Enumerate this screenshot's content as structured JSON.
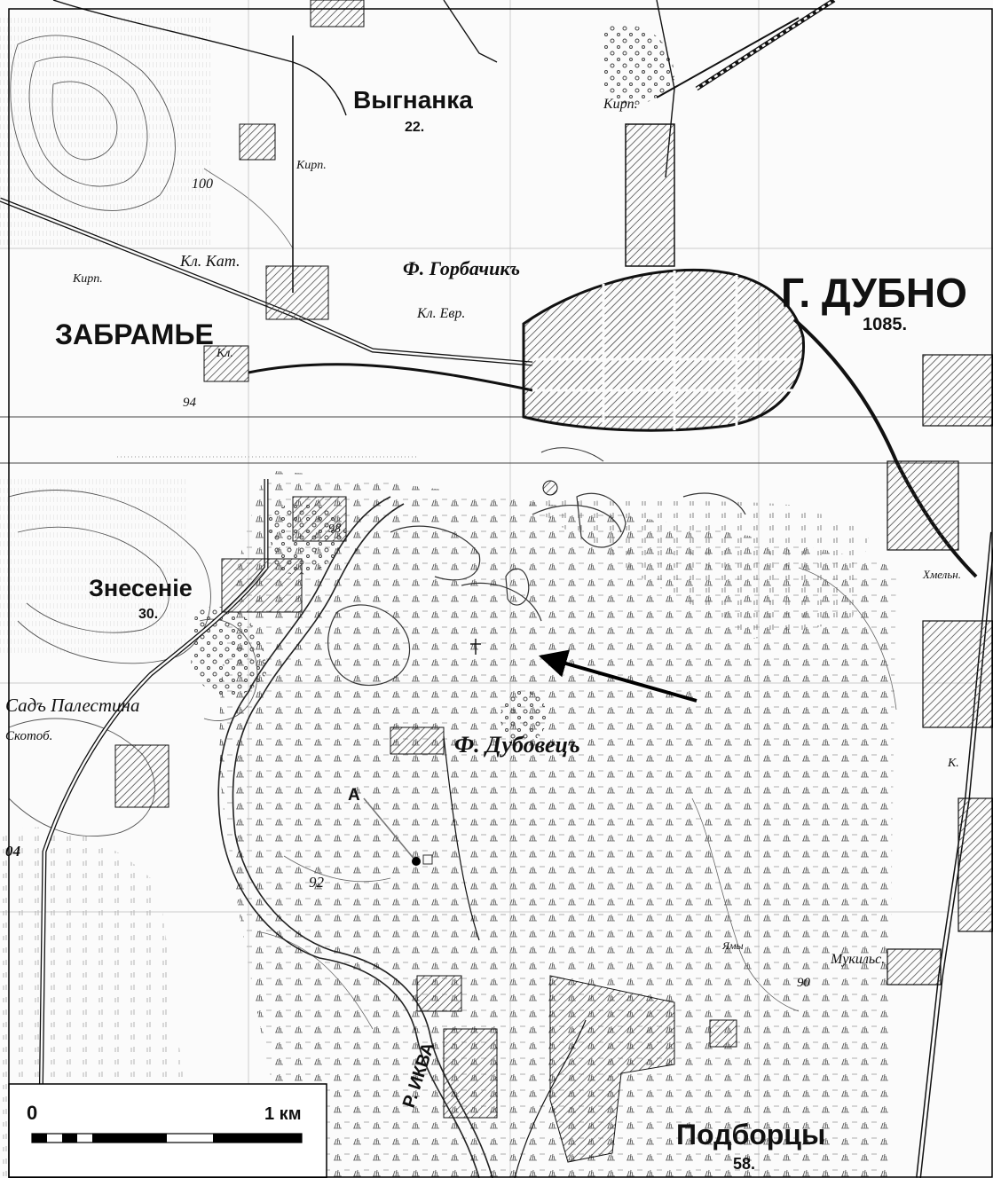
{
  "map": {
    "labels": {
      "vyhnanka": "Выгнанка",
      "vyhnanka_num": "22.",
      "kirp_top": "Кирп.",
      "kirp_left": "Кирп.",
      "kirp_mid": "Кирп.",
      "elev_100": "100",
      "kl_kat": "Кл. Кат.",
      "f_gorbachik": "Ф. Горбачикъ",
      "kl_evr": "Кл. Евр.",
      "kl": "Кл.",
      "dubno": "Г. ДУБНО",
      "dubno_num": "1085.",
      "zabramye": "ЗАБРАМЬЕ",
      "elev_94": "94",
      "elev_98": "98",
      "znesenie": "Знесеніе",
      "znesenie_num": "30.",
      "sad_palestina": "Садъ Палестина",
      "skotob": "Скотоб.",
      "f_dubovets": "Ф. Дубовецъ",
      "point_a": "A",
      "elev_92": "92",
      "elev_04": "04",
      "r_ikva": "Р. ИКВА",
      "yamy": "Ямы",
      "elev_90": "90",
      "mukilns": "Мукильс.",
      "khmelno": "Хмельн.",
      "k_right": "К.",
      "podbortsy": "Подборцы",
      "podbortsy_num": "58."
    },
    "scale_bar": {
      "start_label": "0",
      "end_label": "1 км"
    }
  }
}
